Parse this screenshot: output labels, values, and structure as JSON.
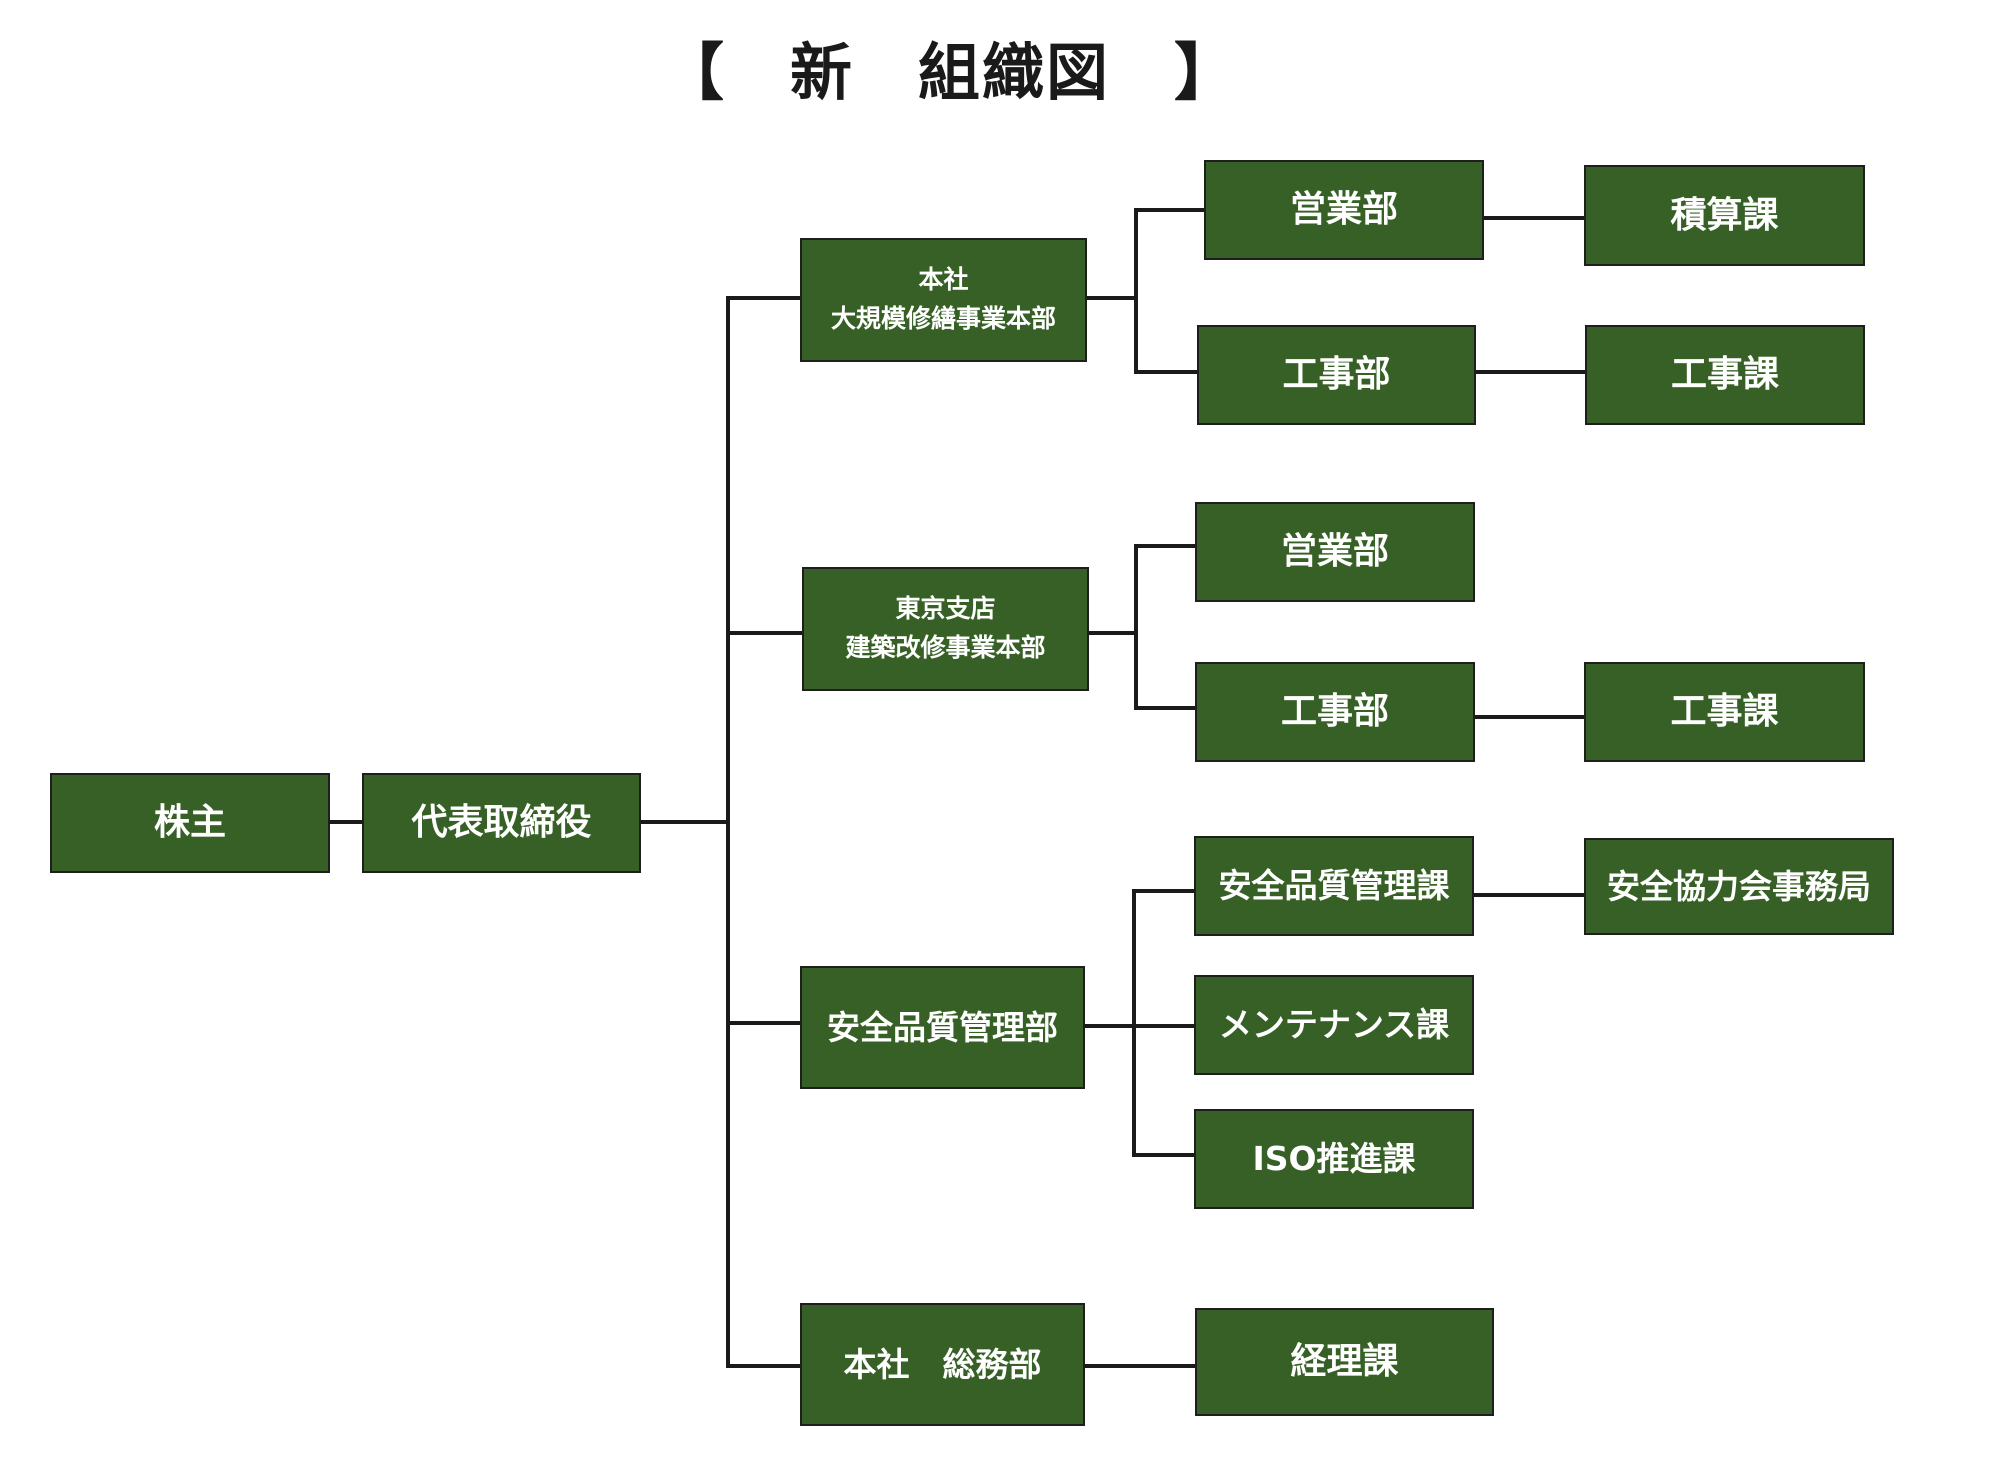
{
  "title": "【　新　組織図　】",
  "nodes": {
    "shareholders": "株主",
    "representative_director": "代表取締役",
    "hq_renovation": {
      "line1": "本社",
      "line2": "大規模修繕事業本部"
    },
    "hq_sales": "営業部",
    "hq_estimation": "積算課",
    "hq_construction": "工事部",
    "hq_construction_section": "工事課",
    "tokyo_branch": {
      "line1": "東京支店",
      "line2": "建築改修事業本部"
    },
    "tokyo_sales": "営業部",
    "tokyo_construction": "工事部",
    "tokyo_construction_section": "工事課",
    "safety_quality_dept": "安全品質管理部",
    "safety_quality_section": "安全品質管理課",
    "safety_cooperation_office": "安全協力会事務局",
    "maintenance_section": "メンテナンス課",
    "iso_section": "ISO推進課",
    "general_affairs": "本社　総務部",
    "accounting_section": "経理課"
  }
}
